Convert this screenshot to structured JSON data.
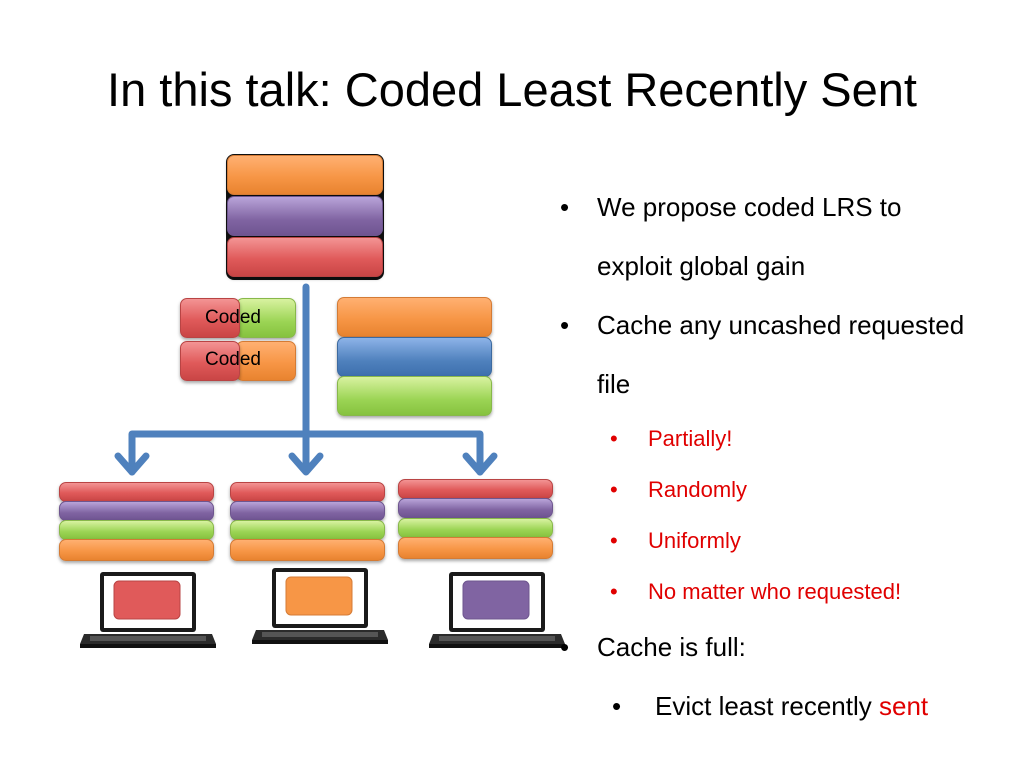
{
  "slide": {
    "title": "In this talk: Coded Least Recently Sent"
  },
  "diagram": {
    "coded_label_1": "Coded",
    "coded_label_2": "Coded",
    "colors": {
      "orange": "#f79646",
      "purple": "#8064a2",
      "red": "#e05a5a",
      "green": "#9bd454",
      "blue": "#4f81bd",
      "arrow": "#4f81bd"
    }
  },
  "bullets": {
    "item1": "We propose coded LRS to",
    "item1_cont": "exploit global gain",
    "item2": "Cache any uncashed requested",
    "item2_cont": "file",
    "sub1": "Partially!",
    "sub2": "Randomly",
    "sub3": "Uniformly",
    "sub4": "No matter who requested!",
    "item3": "Cache is full:",
    "sub5_prefix": "Evict least recently ",
    "sub5_highlight": "sent",
    "bullet_symbol": "•"
  }
}
